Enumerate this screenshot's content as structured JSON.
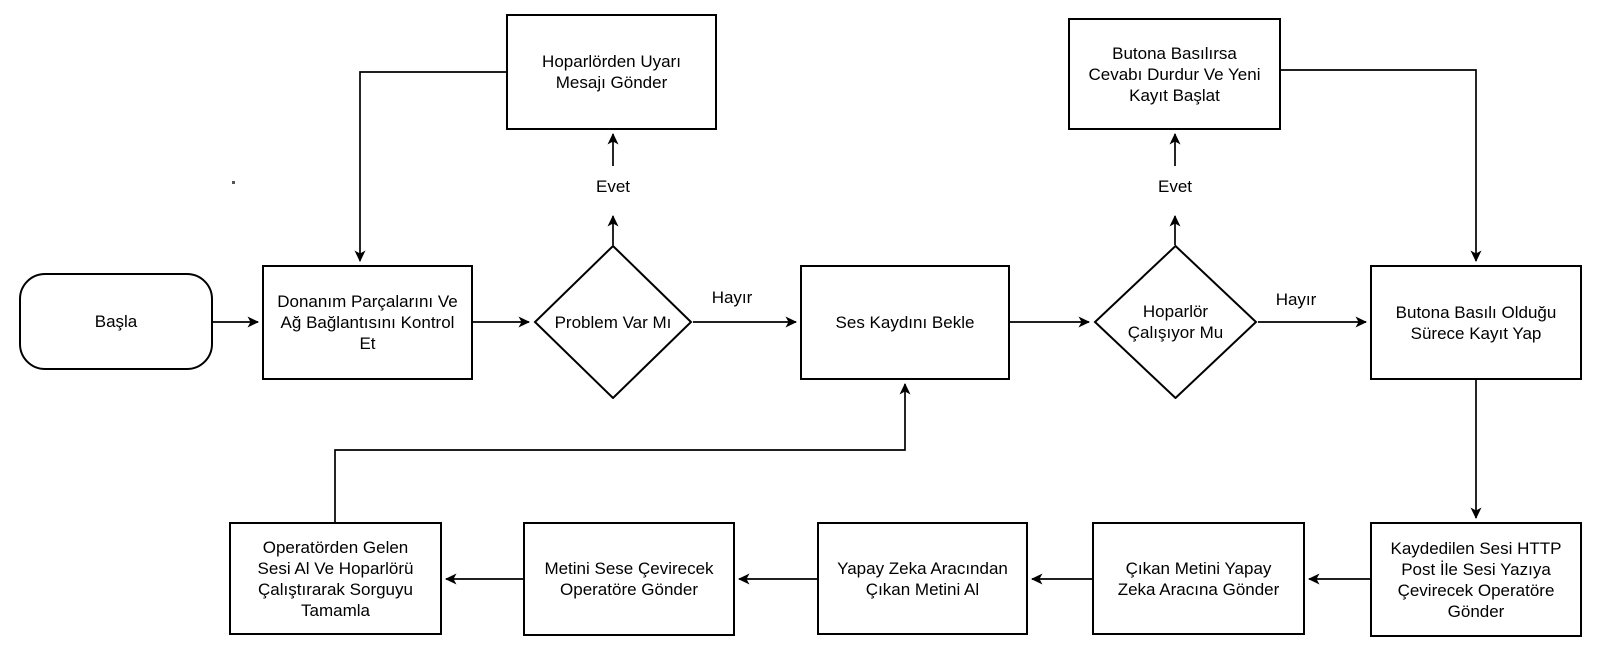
{
  "nodes": {
    "basla": {
      "label": "Başla"
    },
    "donanim_kontrol": {
      "label": "Donanım Parçalarını Ve\nAğ Bağlantısını Kontrol\nEt"
    },
    "hoparlorden_uyari": {
      "label": "Hoparlörden Uyarı\nMesajı Gönder"
    },
    "problem_var_mi": {
      "label": "Problem Var Mı"
    },
    "ses_kaydini_bekle": {
      "label": "Ses Kaydını Bekle"
    },
    "hoparlor_calisiyor_mu": {
      "label": "Hoparlör\nÇalışıyor Mu"
    },
    "butona_basilirsa": {
      "label": "Butona Basılırsa\nCevabı Durdur Ve Yeni\nKayıt Başlat"
    },
    "butona_basili_kayit": {
      "label": "Butona Basılı Olduğu\nSürece Kayıt Yap"
    },
    "kaydedilen_sesi_gonder": {
      "label": "Kaydedilen Sesi HTTP\nPost İle Sesi Yazıya\nÇevirecek Operatöre\nGönder"
    },
    "cikan_metini_gonder": {
      "label": "Çıkan Metini Yapay\nZeka Aracına Gönder"
    },
    "yapay_zeka_al": {
      "label": "Yapay Zeka Aracından\nÇıkan Metini Al"
    },
    "metini_sese_gonder": {
      "label": "Metini Sese Çevirecek\nOperatöre Gönder"
    },
    "operatorden_gelen": {
      "label": "Operatörden Gelen\nSesi Al Ve Hoparlörü\nÇalıştırarak Sorguyu\nTamamla"
    }
  },
  "edge_labels": {
    "evet_left": "Evet",
    "evet_right": "Evet",
    "hayir_left": "Hayır",
    "hayir_right": "Hayır"
  },
  "colors": {
    "stroke": "#000000",
    "fill": "#ffffff"
  }
}
